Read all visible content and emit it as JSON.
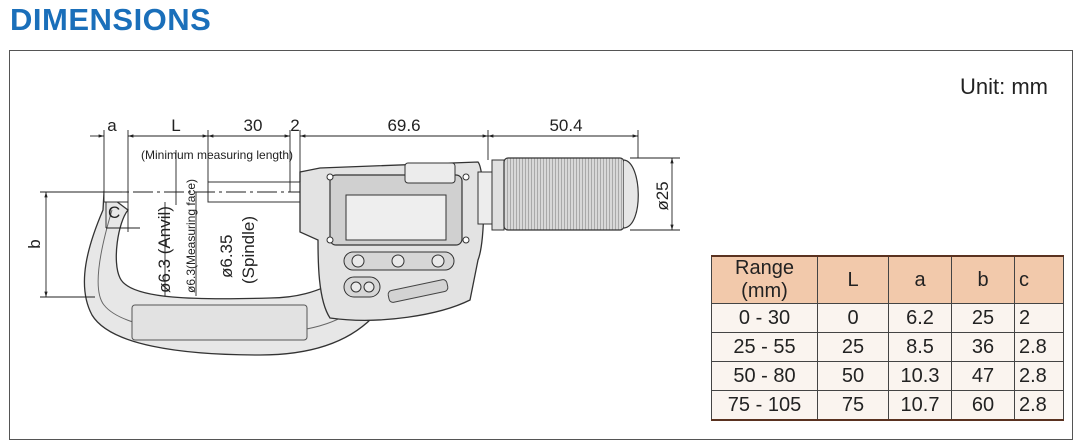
{
  "header": {
    "title": "DIMENSIONS"
  },
  "unit_label": "Unit: mm",
  "dimensions": {
    "a": "a",
    "L": "L",
    "d30": "30",
    "d2": "2",
    "d69": "69.6",
    "d50": "50.4",
    "c": "C",
    "b": "b",
    "d25": "ø25",
    "min_len": "(Minimum measuring length)",
    "anvil": "ø6.3 (Anvil)",
    "face": "ø6.3(Measuring face)",
    "spindle1": "ø6.35",
    "spindle2": "(Spindle)"
  },
  "table": {
    "headers": [
      "Range (mm)",
      "L",
      "a",
      "b",
      "c"
    ],
    "rows": [
      [
        "0 - 30",
        "0",
        "6.2",
        "25",
        "2"
      ],
      [
        "25 - 55",
        "25",
        "8.5",
        "36",
        "2.8"
      ],
      [
        "50 - 80",
        "50",
        "10.3",
        "47",
        "2.8"
      ],
      [
        "75 - 105",
        "75",
        "10.7",
        "60",
        "2.8"
      ]
    ]
  },
  "colors": {
    "title": "#1a6fba",
    "table_header": "#f2c9ab",
    "table_body": "#faf4ef",
    "table_rule": "#5a3220"
  }
}
